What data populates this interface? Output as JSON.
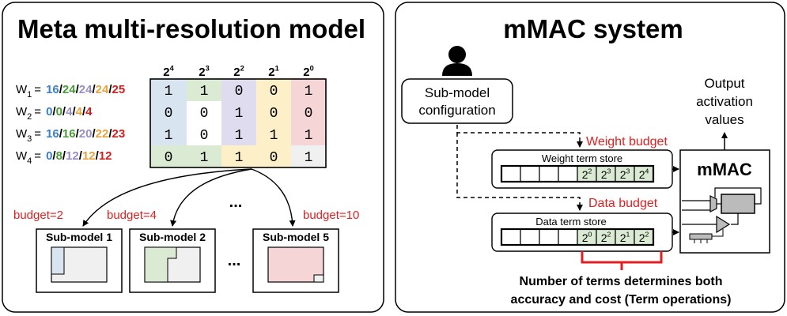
{
  "left_panel": {
    "title": "Meta multi-resolution model",
    "column_headers": [
      {
        "base": "2",
        "exp": "4"
      },
      {
        "base": "2",
        "exp": "3"
      },
      {
        "base": "2",
        "exp": "2"
      },
      {
        "base": "2",
        "exp": "1"
      },
      {
        "base": "2",
        "exp": "0"
      }
    ],
    "weights": [
      {
        "name": "W",
        "sub": "1",
        "eq": "=",
        "values": [
          "16",
          "24",
          "24",
          "24",
          "25"
        ],
        "bits": [
          "1",
          "1",
          "0",
          "0",
          "1"
        ]
      },
      {
        "name": "W",
        "sub": "2",
        "eq": "=",
        "values": [
          "0",
          "0",
          "4",
          "4",
          "4"
        ],
        "bits": [
          "0",
          "0",
          "1",
          "0",
          "0"
        ]
      },
      {
        "name": "W",
        "sub": "3",
        "eq": "=",
        "values": [
          "16",
          "16",
          "20",
          "22",
          "23"
        ],
        "bits": [
          "1",
          "0",
          "1",
          "1",
          "1"
        ]
      },
      {
        "name": "W",
        "sub": "4",
        "eq": "=",
        "values": [
          "0",
          "8",
          "12",
          "12",
          "12"
        ],
        "bits": [
          "0",
          "1",
          "1",
          "0",
          "1"
        ]
      }
    ],
    "slash": "/",
    "value_colors": [
      "#3b7fc4",
      "#4a9a3a",
      "#9b8ec4",
      "#e8a33a",
      "#d11f1f"
    ],
    "budgets": [
      "budget=2",
      "budget=4",
      "budget=10"
    ],
    "ellipsis": "...",
    "submodels": [
      "Sub-model 1",
      "Sub-model 2",
      "Sub-model 5"
    ]
  },
  "right_panel": {
    "title": "mMAC system",
    "config_label_line1": "Sub-model",
    "config_label_line2": "configuration",
    "weight_budget": "Weight budget",
    "data_budget": "Data budget",
    "weight_store_label": "Weight term store",
    "data_store_label": "Data term store",
    "weight_terms": [
      {
        "base": "2",
        "exp": "2"
      },
      {
        "base": "2",
        "exp": "3"
      },
      {
        "base": "2",
        "exp": "3"
      },
      {
        "base": "2",
        "exp": "4"
      }
    ],
    "data_terms": [
      {
        "base": "2",
        "exp": "0"
      },
      {
        "base": "2",
        "exp": "2"
      },
      {
        "base": "2",
        "exp": "1"
      },
      {
        "base": "2",
        "exp": "2"
      }
    ],
    "mmac_label": "mMAC",
    "output_line1": "Output",
    "output_line2": "activation",
    "output_line3": "values",
    "caption_line1": "Number of terms determines both",
    "caption_line2": "accuracy and cost (Term operations)"
  },
  "colors": {
    "blue_fill": "#d9e4f1",
    "purple_fill": "#e0dcef",
    "green_fill": "#dbead3",
    "yellow_fill": "#fdf0c8",
    "red_fill": "#f5d5d5",
    "gray_fill": "#f0f0f0",
    "accent_red": "#e02020"
  }
}
